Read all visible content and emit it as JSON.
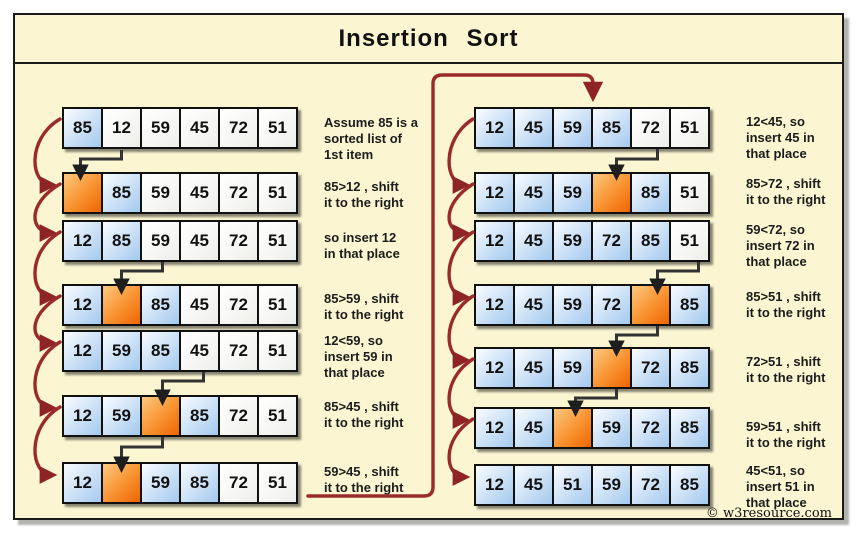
{
  "title": "Insertion  Sort",
  "watermark": "© w3resource.com",
  "colors": {
    "panel_bg": "#fbf5d2",
    "sorted_cell_blue": "#a3c9ee",
    "hole_cell_orange": "#ee6504",
    "unsorted_cell_white": "#f6f6f4",
    "flow_arrow_red": "#9a2b2b",
    "shift_arrow_black": "#333333"
  },
  "columns": [
    {
      "side": "left",
      "rows": [
        {
          "cells": [
            {
              "value": "85",
              "state": "sorted"
            },
            {
              "value": "12",
              "state": "unsorted"
            },
            {
              "value": "59",
              "state": "unsorted"
            },
            {
              "value": "45",
              "state": "unsorted"
            },
            {
              "value": "72",
              "state": "unsorted"
            },
            {
              "value": "51",
              "state": "unsorted"
            }
          ],
          "note": "Assume 85 is a\nsorted list of\n1st item"
        },
        {
          "cells": [
            {
              "value": "",
              "state": "hole"
            },
            {
              "value": "85",
              "state": "sorted"
            },
            {
              "value": "59",
              "state": "unsorted"
            },
            {
              "value": "45",
              "state": "unsorted"
            },
            {
              "value": "72",
              "state": "unsorted"
            },
            {
              "value": "51",
              "state": "unsorted"
            }
          ],
          "note": "85>12 , shift\nit to the right"
        },
        {
          "cells": [
            {
              "value": "12",
              "state": "sorted"
            },
            {
              "value": "85",
              "state": "sorted"
            },
            {
              "value": "59",
              "state": "unsorted"
            },
            {
              "value": "45",
              "state": "unsorted"
            },
            {
              "value": "72",
              "state": "unsorted"
            },
            {
              "value": "51",
              "state": "unsorted"
            }
          ],
          "note": "so insert 12\nin that place"
        },
        {
          "cells": [
            {
              "value": "12",
              "state": "sorted"
            },
            {
              "value": "",
              "state": "hole"
            },
            {
              "value": "85",
              "state": "sorted"
            },
            {
              "value": "45",
              "state": "unsorted"
            },
            {
              "value": "72",
              "state": "unsorted"
            },
            {
              "value": "51",
              "state": "unsorted"
            }
          ],
          "note": "85>59 , shift\nit to the right"
        },
        {
          "cells": [
            {
              "value": "12",
              "state": "sorted"
            },
            {
              "value": "59",
              "state": "sorted"
            },
            {
              "value": "85",
              "state": "sorted"
            },
            {
              "value": "45",
              "state": "unsorted"
            },
            {
              "value": "72",
              "state": "unsorted"
            },
            {
              "value": "51",
              "state": "unsorted"
            }
          ],
          "note": "12<59, so\ninsert 59 in\nthat place"
        },
        {
          "cells": [
            {
              "value": "12",
              "state": "sorted"
            },
            {
              "value": "59",
              "state": "sorted"
            },
            {
              "value": "",
              "state": "hole"
            },
            {
              "value": "85",
              "state": "sorted"
            },
            {
              "value": "72",
              "state": "unsorted"
            },
            {
              "value": "51",
              "state": "unsorted"
            }
          ],
          "note": "85>45 , shift\nit to the right"
        },
        {
          "cells": [
            {
              "value": "12",
              "state": "sorted"
            },
            {
              "value": "",
              "state": "hole"
            },
            {
              "value": "59",
              "state": "sorted"
            },
            {
              "value": "85",
              "state": "sorted"
            },
            {
              "value": "72",
              "state": "unsorted"
            },
            {
              "value": "51",
              "state": "unsorted"
            }
          ],
          "note": "59>45 , shift\nit to the right"
        }
      ]
    },
    {
      "side": "right",
      "rows": [
        {
          "cells": [
            {
              "value": "12",
              "state": "sorted"
            },
            {
              "value": "45",
              "state": "sorted"
            },
            {
              "value": "59",
              "state": "sorted"
            },
            {
              "value": "85",
              "state": "sorted"
            },
            {
              "value": "72",
              "state": "unsorted"
            },
            {
              "value": "51",
              "state": "unsorted"
            }
          ],
          "note": "12<45, so\ninsert 45 in\nthat place"
        },
        {
          "cells": [
            {
              "value": "12",
              "state": "sorted"
            },
            {
              "value": "45",
              "state": "sorted"
            },
            {
              "value": "59",
              "state": "sorted"
            },
            {
              "value": "",
              "state": "hole"
            },
            {
              "value": "85",
              "state": "sorted"
            },
            {
              "value": "51",
              "state": "unsorted"
            }
          ],
          "note": "85>72 , shift\nit to the right"
        },
        {
          "cells": [
            {
              "value": "12",
              "state": "sorted"
            },
            {
              "value": "45",
              "state": "sorted"
            },
            {
              "value": "59",
              "state": "sorted"
            },
            {
              "value": "72",
              "state": "sorted"
            },
            {
              "value": "85",
              "state": "sorted"
            },
            {
              "value": "51",
              "state": "unsorted"
            }
          ],
          "note": "59<72, so\ninsert 72 in\nthat place"
        },
        {
          "cells": [
            {
              "value": "12",
              "state": "sorted"
            },
            {
              "value": "45",
              "state": "sorted"
            },
            {
              "value": "59",
              "state": "sorted"
            },
            {
              "value": "72",
              "state": "sorted"
            },
            {
              "value": "",
              "state": "hole"
            },
            {
              "value": "85",
              "state": "sorted"
            }
          ],
          "note": "85>51 , shift\nit to the right"
        },
        {
          "cells": [
            {
              "value": "12",
              "state": "sorted"
            },
            {
              "value": "45",
              "state": "sorted"
            },
            {
              "value": "59",
              "state": "sorted"
            },
            {
              "value": "",
              "state": "hole"
            },
            {
              "value": "72",
              "state": "sorted"
            },
            {
              "value": "85",
              "state": "sorted"
            }
          ],
          "note": "72>51 , shift\nit to the right"
        },
        {
          "cells": [
            {
              "value": "12",
              "state": "sorted"
            },
            {
              "value": "45",
              "state": "sorted"
            },
            {
              "value": "",
              "state": "hole"
            },
            {
              "value": "59",
              "state": "sorted"
            },
            {
              "value": "72",
              "state": "sorted"
            },
            {
              "value": "85",
              "state": "sorted"
            }
          ],
          "note": "59>51 , shift\nit to the right"
        },
        {
          "cells": [
            {
              "value": "12",
              "state": "sorted"
            },
            {
              "value": "45",
              "state": "sorted"
            },
            {
              "value": "51",
              "state": "sorted"
            },
            {
              "value": "59",
              "state": "sorted"
            },
            {
              "value": "72",
              "state": "sorted"
            },
            {
              "value": "85",
              "state": "sorted"
            }
          ],
          "note": "45<51, so\ninsert 51 in\nthat place"
        }
      ]
    }
  ]
}
